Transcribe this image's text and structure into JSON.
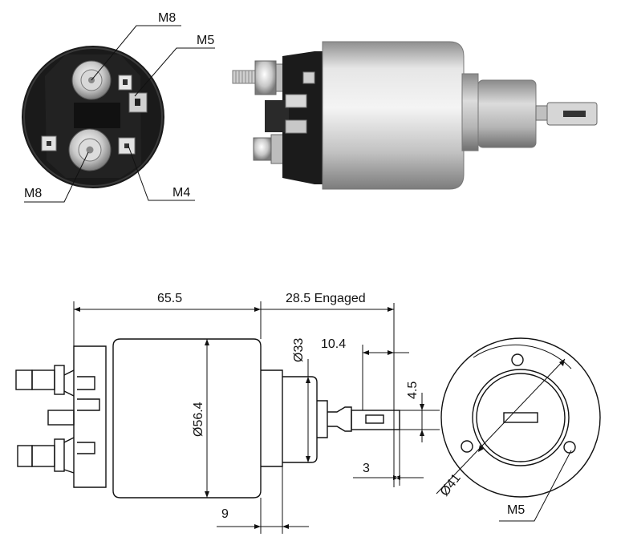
{
  "photo_labels": {
    "end_view_top_terminal": "M8",
    "end_view_small_terminal_top": "M5",
    "end_view_bottom_terminal": "M8",
    "end_view_small_terminal_bottom": "M4"
  },
  "dimensions": {
    "body_length": "65.5",
    "plunger_travel": "28.5 Engaged",
    "body_diameter": "Ø56.4",
    "boss_diameter": "Ø33",
    "eye_offset": "10.4",
    "eye_width": "4.5",
    "eye_thickness": "3",
    "flange_step": "9",
    "bolt_circle": "Ø41",
    "mount_thread": "M5"
  },
  "colors": {
    "line": "#111111",
    "housing_dark": "#1a1a1a",
    "silver": "#c9c9c9"
  }
}
